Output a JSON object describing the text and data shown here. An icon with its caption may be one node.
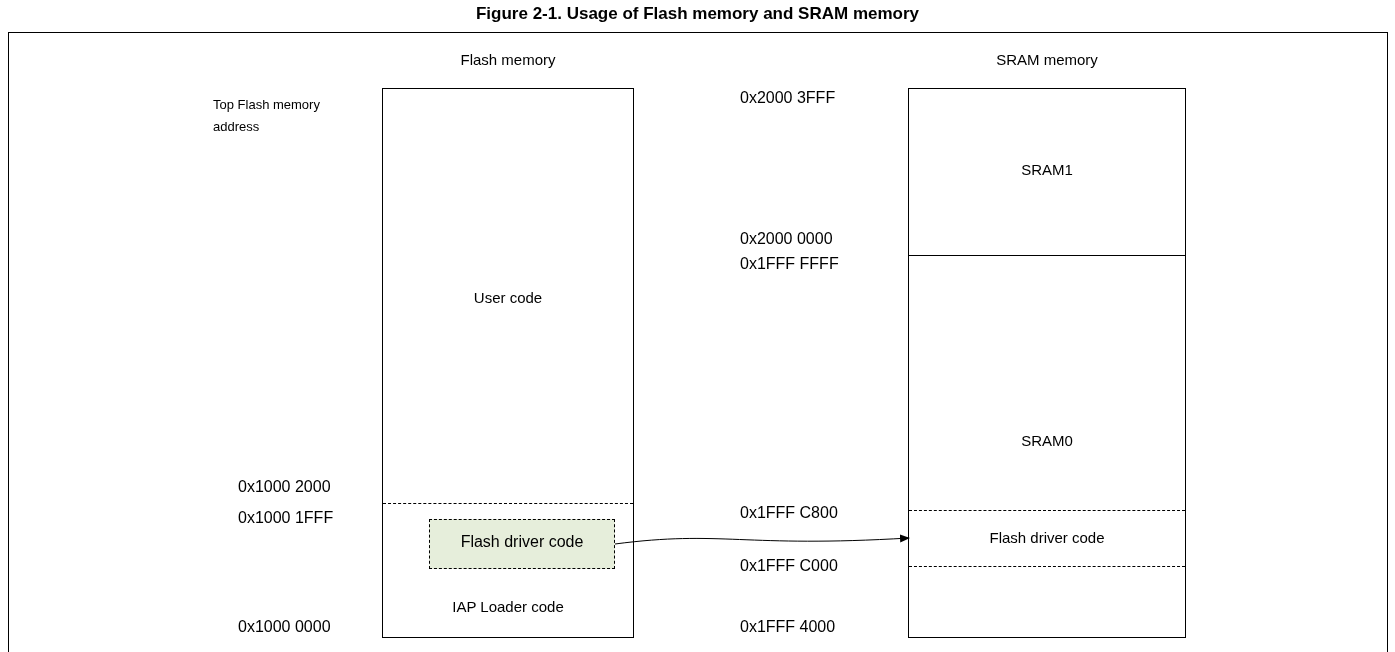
{
  "diagram": {
    "title": "Figure 2-1. Usage of Flash memory and SRAM memory",
    "nodes": [
      {
        "text": [
          "Flash memory"
        ]
      },
      {
        "text": [
          "User code"
        ],
        "in": 0
      },
      {
        "text": [
          "IAP Loader code"
        ],
        "in": 0
      },
      {
        "text": [
          "Flash driver code"
        ],
        "in": 2
      },
      {
        "text": [
          "SRAM memory"
        ]
      },
      {
        "text": [
          "SRAM1"
        ],
        "in": 4
      },
      {
        "text": [
          "SRAM0"
        ],
        "in": 4
      },
      {
        "text": [
          "Flash driver code"
        ],
        "in": 4
      }
    ],
    "edges": [
      {
        "from": 3,
        "to": 7,
        "arrow": "to"
      }
    ],
    "labels": [
      "Top Flash memory address",
      "0x2000 3FFF",
      "0x2000 0000",
      "0x1FFF FFFF",
      "0x1000 2000",
      "0x1000 1FFF",
      "0x1FFF C800",
      "0x1FFF C000",
      "0x1000 0000",
      "0x1FFF 4000"
    ]
  }
}
